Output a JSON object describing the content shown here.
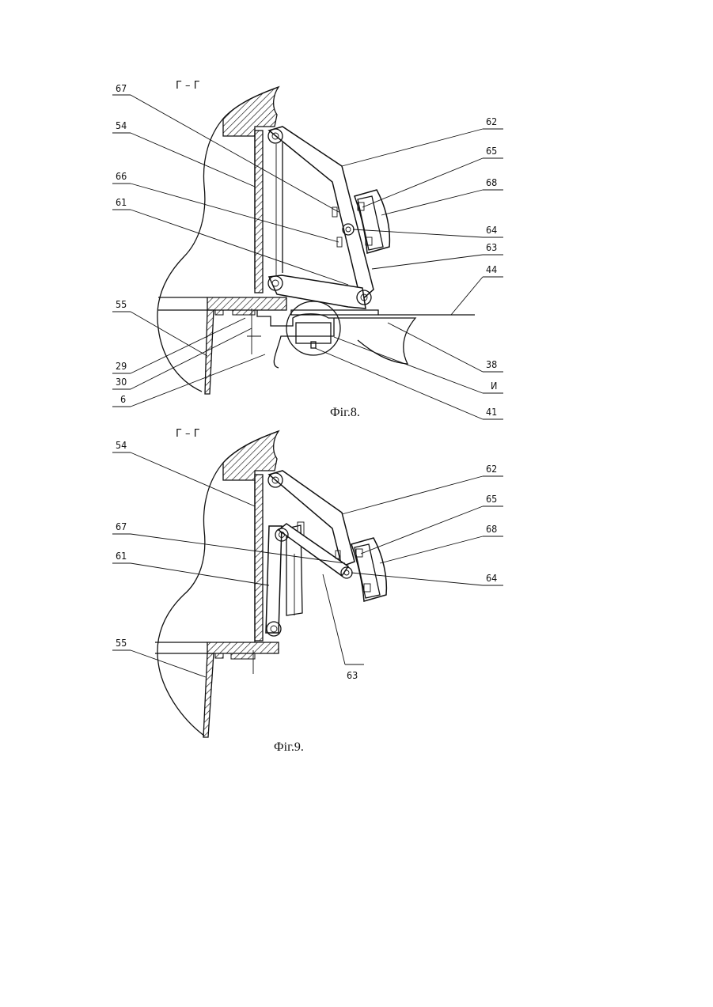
{
  "section_title": "Г – Г",
  "figure8": {
    "caption": "Фіг.8.",
    "labels": {
      "l67": "67",
      "l54": "54",
      "l66": "66",
      "l61": "61",
      "l55": "55",
      "l29": "29",
      "l30": "30",
      "l6": "6",
      "l62": "62",
      "l65": "65",
      "l68": "68",
      "l64": "64",
      "l63": "63",
      "l44": "44",
      "l38": "38",
      "lI": "И",
      "l41": "41"
    }
  },
  "figure9": {
    "caption": "Фіг.9.",
    "labels": {
      "l54": "54",
      "l67": "67",
      "l61": "61",
      "l55": "55",
      "l62": "62",
      "l65": "65",
      "l68": "68",
      "l64": "64",
      "l63": "63"
    }
  }
}
